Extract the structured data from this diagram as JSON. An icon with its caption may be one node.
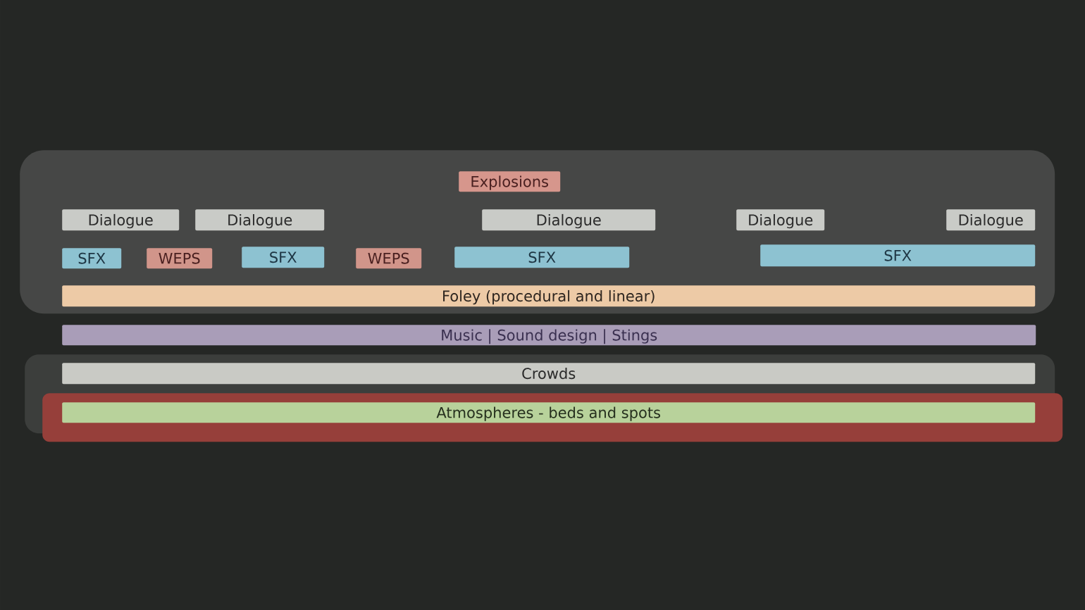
{
  "diagram": {
    "nodes": [
      {
        "text": [],
        "shape": "box"
      },
      {
        "text": [
          "Explosions"
        ],
        "in": 0
      },
      {
        "text": [
          "Dialogue"
        ],
        "in": 0
      },
      {
        "text": [
          "Dialogue"
        ],
        "in": 0
      },
      {
        "text": [
          "Dialogue"
        ],
        "in": 0
      },
      {
        "text": [
          "Dialogue"
        ],
        "in": 0
      },
      {
        "text": [
          "Dialogue"
        ],
        "in": 0
      },
      {
        "text": [
          "SFX"
        ],
        "in": 0
      },
      {
        "text": [
          "WEPS"
        ],
        "in": 0
      },
      {
        "text": [
          "SFX"
        ],
        "in": 0
      },
      {
        "text": [
          "WEPS"
        ],
        "in": 0
      },
      {
        "text": [
          "SFX"
        ],
        "in": 0
      },
      {
        "text": [
          "SFX"
        ],
        "in": 0
      },
      {
        "text": [
          "Foley (procedural and linear)"
        ],
        "in": 0
      },
      {
        "text": [
          "Music | Sound design | Stings"
        ]
      },
      {
        "text": [],
        "shape": "box"
      },
      {
        "text": [
          "Crowds"
        ],
        "in": 15
      },
      {
        "text": [],
        "shape": "box"
      },
      {
        "text": [
          "Atmospheres - beds and spots"
        ],
        "in": 17
      }
    ]
  }
}
